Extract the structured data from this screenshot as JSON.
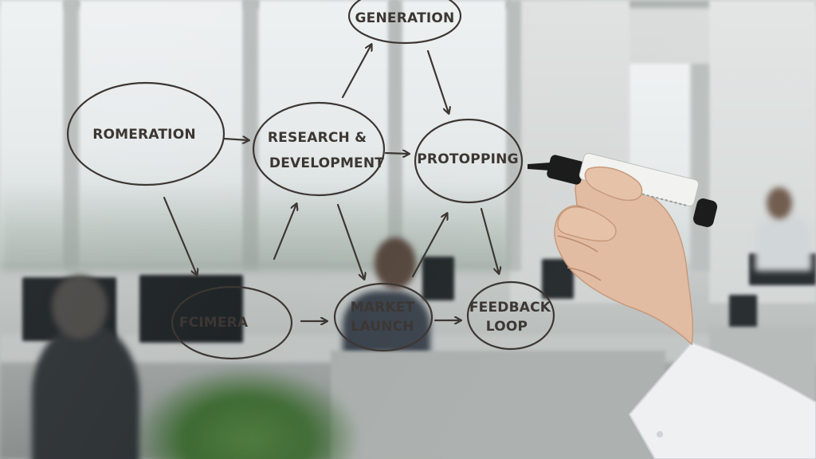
{
  "diagram": {
    "nodes": [
      {
        "id": "generation",
        "label_lines": [
          "GENERATION"
        ]
      },
      {
        "id": "romeration",
        "label_lines": [
          "ROMERATION"
        ]
      },
      {
        "id": "research",
        "label_lines": [
          "RESEARCH &",
          "DEVELOPMENT"
        ]
      },
      {
        "id": "protopping",
        "label_lines": [
          "PROTOPPING"
        ]
      },
      {
        "id": "fcimera",
        "label_lines": [
          "FCIMERA"
        ]
      },
      {
        "id": "market",
        "label_lines": [
          "MARKET",
          "LAUNCH"
        ]
      },
      {
        "id": "feedback",
        "label_lines": [
          "FEEDBACK",
          "LOOP"
        ]
      }
    ],
    "ink_color": "#3d3733"
  },
  "scene": {
    "marker_color": "#1c1c1c",
    "plant_color": "#3d6a32"
  }
}
